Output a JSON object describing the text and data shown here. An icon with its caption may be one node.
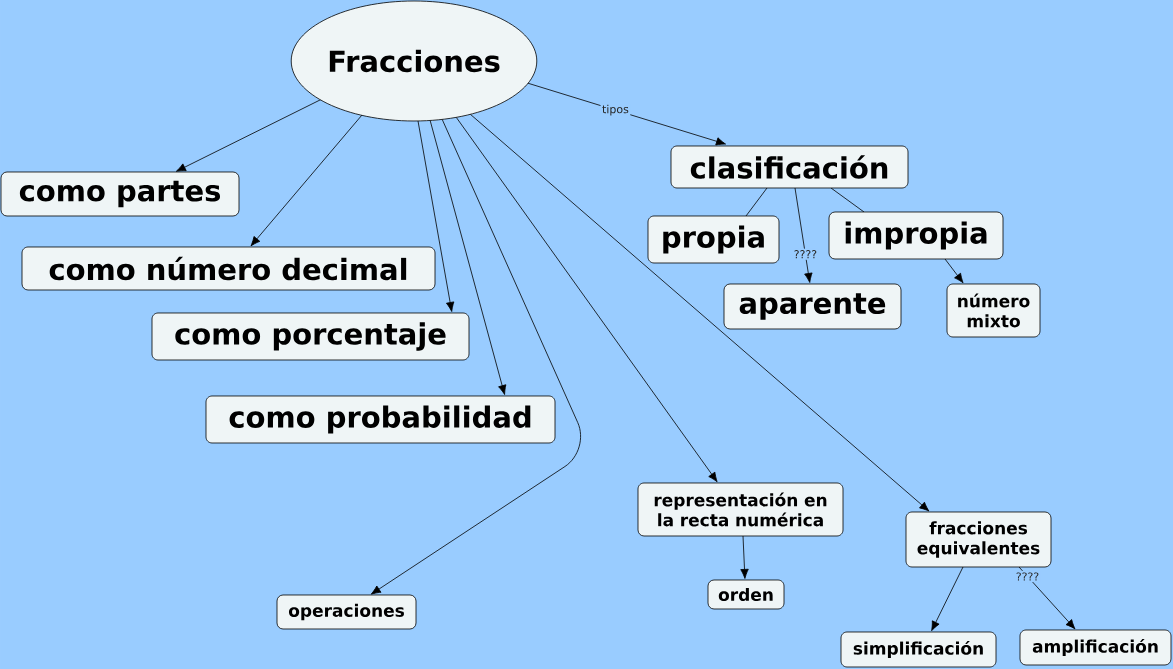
{
  "diagram": {
    "nodes": [
      {
        "text": [
          "Fracciones"
        ]
      },
      {
        "text": [
          "como partes"
        ]
      },
      {
        "text": [
          "como número decimal"
        ]
      },
      {
        "text": [
          "como porcentaje"
        ]
      },
      {
        "text": [
          "como probabilidad"
        ]
      },
      {
        "text": [
          "operaciones"
        ]
      },
      {
        "text": [
          "clasificación"
        ]
      },
      {
        "text": [
          "propia"
        ]
      },
      {
        "text": [
          "impropia"
        ]
      },
      {
        "text": [
          "aparente"
        ]
      },
      {
        "text": [
          "número mixto"
        ]
      },
      {
        "text": [
          "representación en la recta numérica"
        ]
      },
      {
        "text": [
          "orden"
        ]
      },
      {
        "text": [
          "fracciones equivalentes"
        ]
      },
      {
        "text": [
          "simplificación"
        ]
      },
      {
        "text": [
          "amplificación"
        ]
      }
    ],
    "edges": [
      {
        "from": 0,
        "to": 1,
        "arrow": "to"
      },
      {
        "from": 0,
        "to": 2,
        "arrow": "to"
      },
      {
        "from": 0,
        "to": 3,
        "arrow": "to"
      },
      {
        "from": 0,
        "to": 4,
        "arrow": "to"
      },
      {
        "from": 0,
        "to": 5,
        "arrow": "to"
      },
      {
        "from": 0,
        "to": 6,
        "arrow": "to",
        "label": "tipos"
      },
      {
        "from": 0,
        "to": 11,
        "arrow": "to"
      },
      {
        "from": 0,
        "to": 13,
        "arrow": "to"
      },
      {
        "from": 6,
        "to": 7,
        "arrow": "none"
      },
      {
        "from": 6,
        "to": 9,
        "arrow": "to",
        "label": "????"
      },
      {
        "from": 6,
        "to": 8,
        "arrow": "none"
      },
      {
        "from": 8,
        "to": 10,
        "arrow": "to"
      },
      {
        "from": 11,
        "to": 12,
        "arrow": "to"
      },
      {
        "from": 13,
        "to": 14,
        "arrow": "to"
      },
      {
        "from": 13,
        "to": 15,
        "arrow": "to",
        "label": "????"
      }
    ]
  }
}
